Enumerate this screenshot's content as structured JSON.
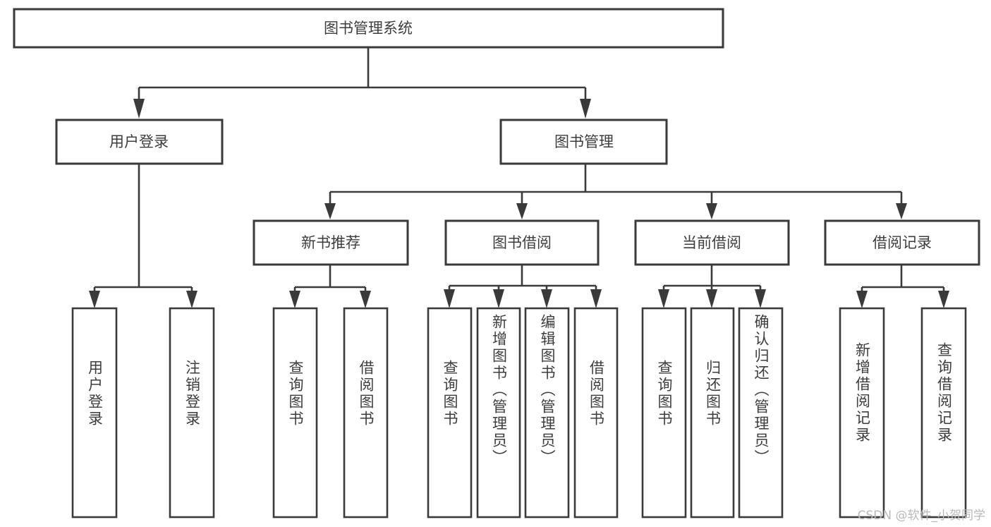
{
  "diagram": {
    "type": "tree",
    "title": "图书管理系统",
    "watermark": "CSDN @软件_小贺同学",
    "colors": {
      "box_stroke": "#3a3a3a",
      "box_fill": "#ffffff",
      "text": "#3d3d3d",
      "connector": "#3a3a3a",
      "watermark": "#b9b9b9",
      "background": "#ffffff"
    },
    "root": {
      "label": "图书管理系统"
    },
    "level2": [
      {
        "label": "用户登录"
      },
      {
        "label": "图书管理"
      }
    ],
    "level3": [
      {
        "label": "新书推荐"
      },
      {
        "label": "图书借阅"
      },
      {
        "label": "当前借阅"
      },
      {
        "label": "借阅记录"
      }
    ],
    "leaves": {
      "user_login": [
        {
          "label": "用户登录"
        },
        {
          "label": "注销登录"
        }
      ],
      "new_book_recommend": [
        {
          "label": "查询图书"
        },
        {
          "label": "借阅图书"
        }
      ],
      "book_borrow": [
        {
          "label": "查询图书"
        },
        {
          "label": "新增图书（管理员）"
        },
        {
          "label": "编辑图书（管理员）"
        },
        {
          "label": "借阅图书"
        }
      ],
      "current_borrow": [
        {
          "label": "查询图书"
        },
        {
          "label": "归还图书"
        },
        {
          "label": "确认归还（管理员）"
        }
      ],
      "borrow_record": [
        {
          "label": "新增借阅记录"
        },
        {
          "label": "查询借阅记录"
        }
      ]
    }
  }
}
